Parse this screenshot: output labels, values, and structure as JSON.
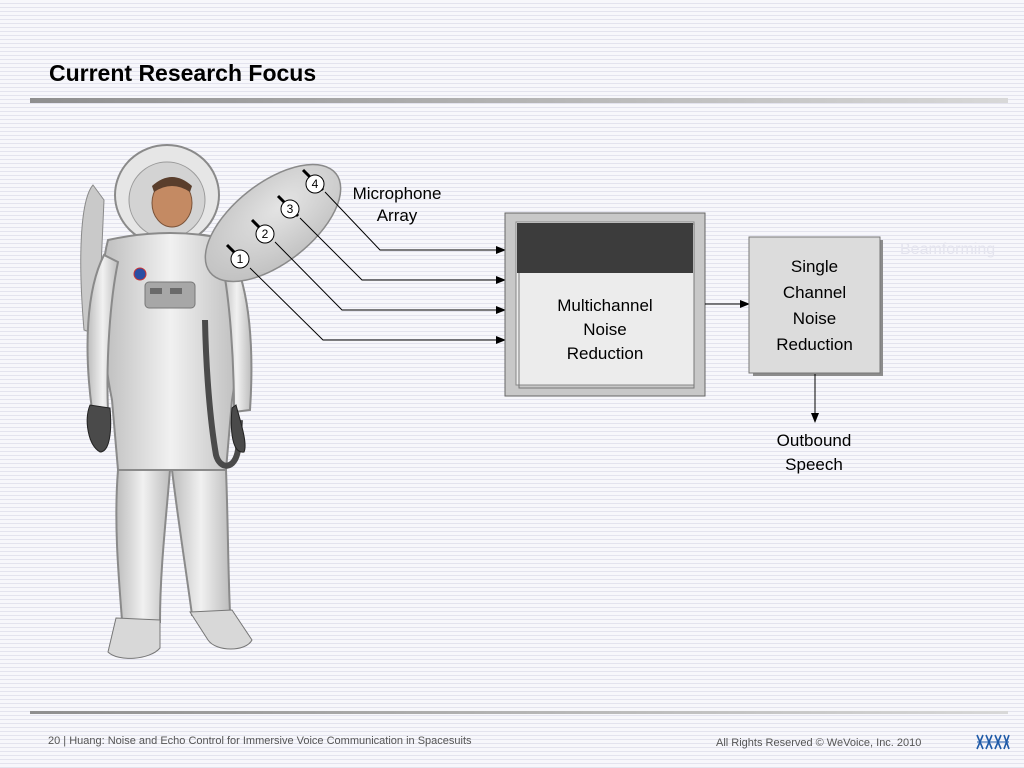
{
  "slide": {
    "title": "Current Research Focus",
    "footer_left": "20 | Huang: Noise and Echo Control for Immersive Voice Communication in Spacesuits",
    "footer_right": "All Rights Reserved © WeVoice, Inc. 2010"
  },
  "diagram": {
    "mic_array_label_line1": "Microphone",
    "mic_array_label_line2": "Array",
    "mic_numbers": [
      "1",
      "2",
      "3",
      "4"
    ],
    "multichannel_line1": "Multichannel",
    "multichannel_line2": "Noise",
    "multichannel_line3": "Reduction",
    "beamforming_label": "Beamforming",
    "single_line1": "Single",
    "single_line2": "Channel",
    "single_line3": "Noise",
    "single_line4": "Reduction",
    "outbound_line1": "Outbound",
    "outbound_line2": "Speech"
  },
  "icons": {
    "astronaut": "astronaut-illustration",
    "logo": "wevoice-logo"
  },
  "colors": {
    "box_fill": "#e8e8e8",
    "box_outer": "#c8c8c8",
    "dark_band": "#3c3c3c"
  }
}
